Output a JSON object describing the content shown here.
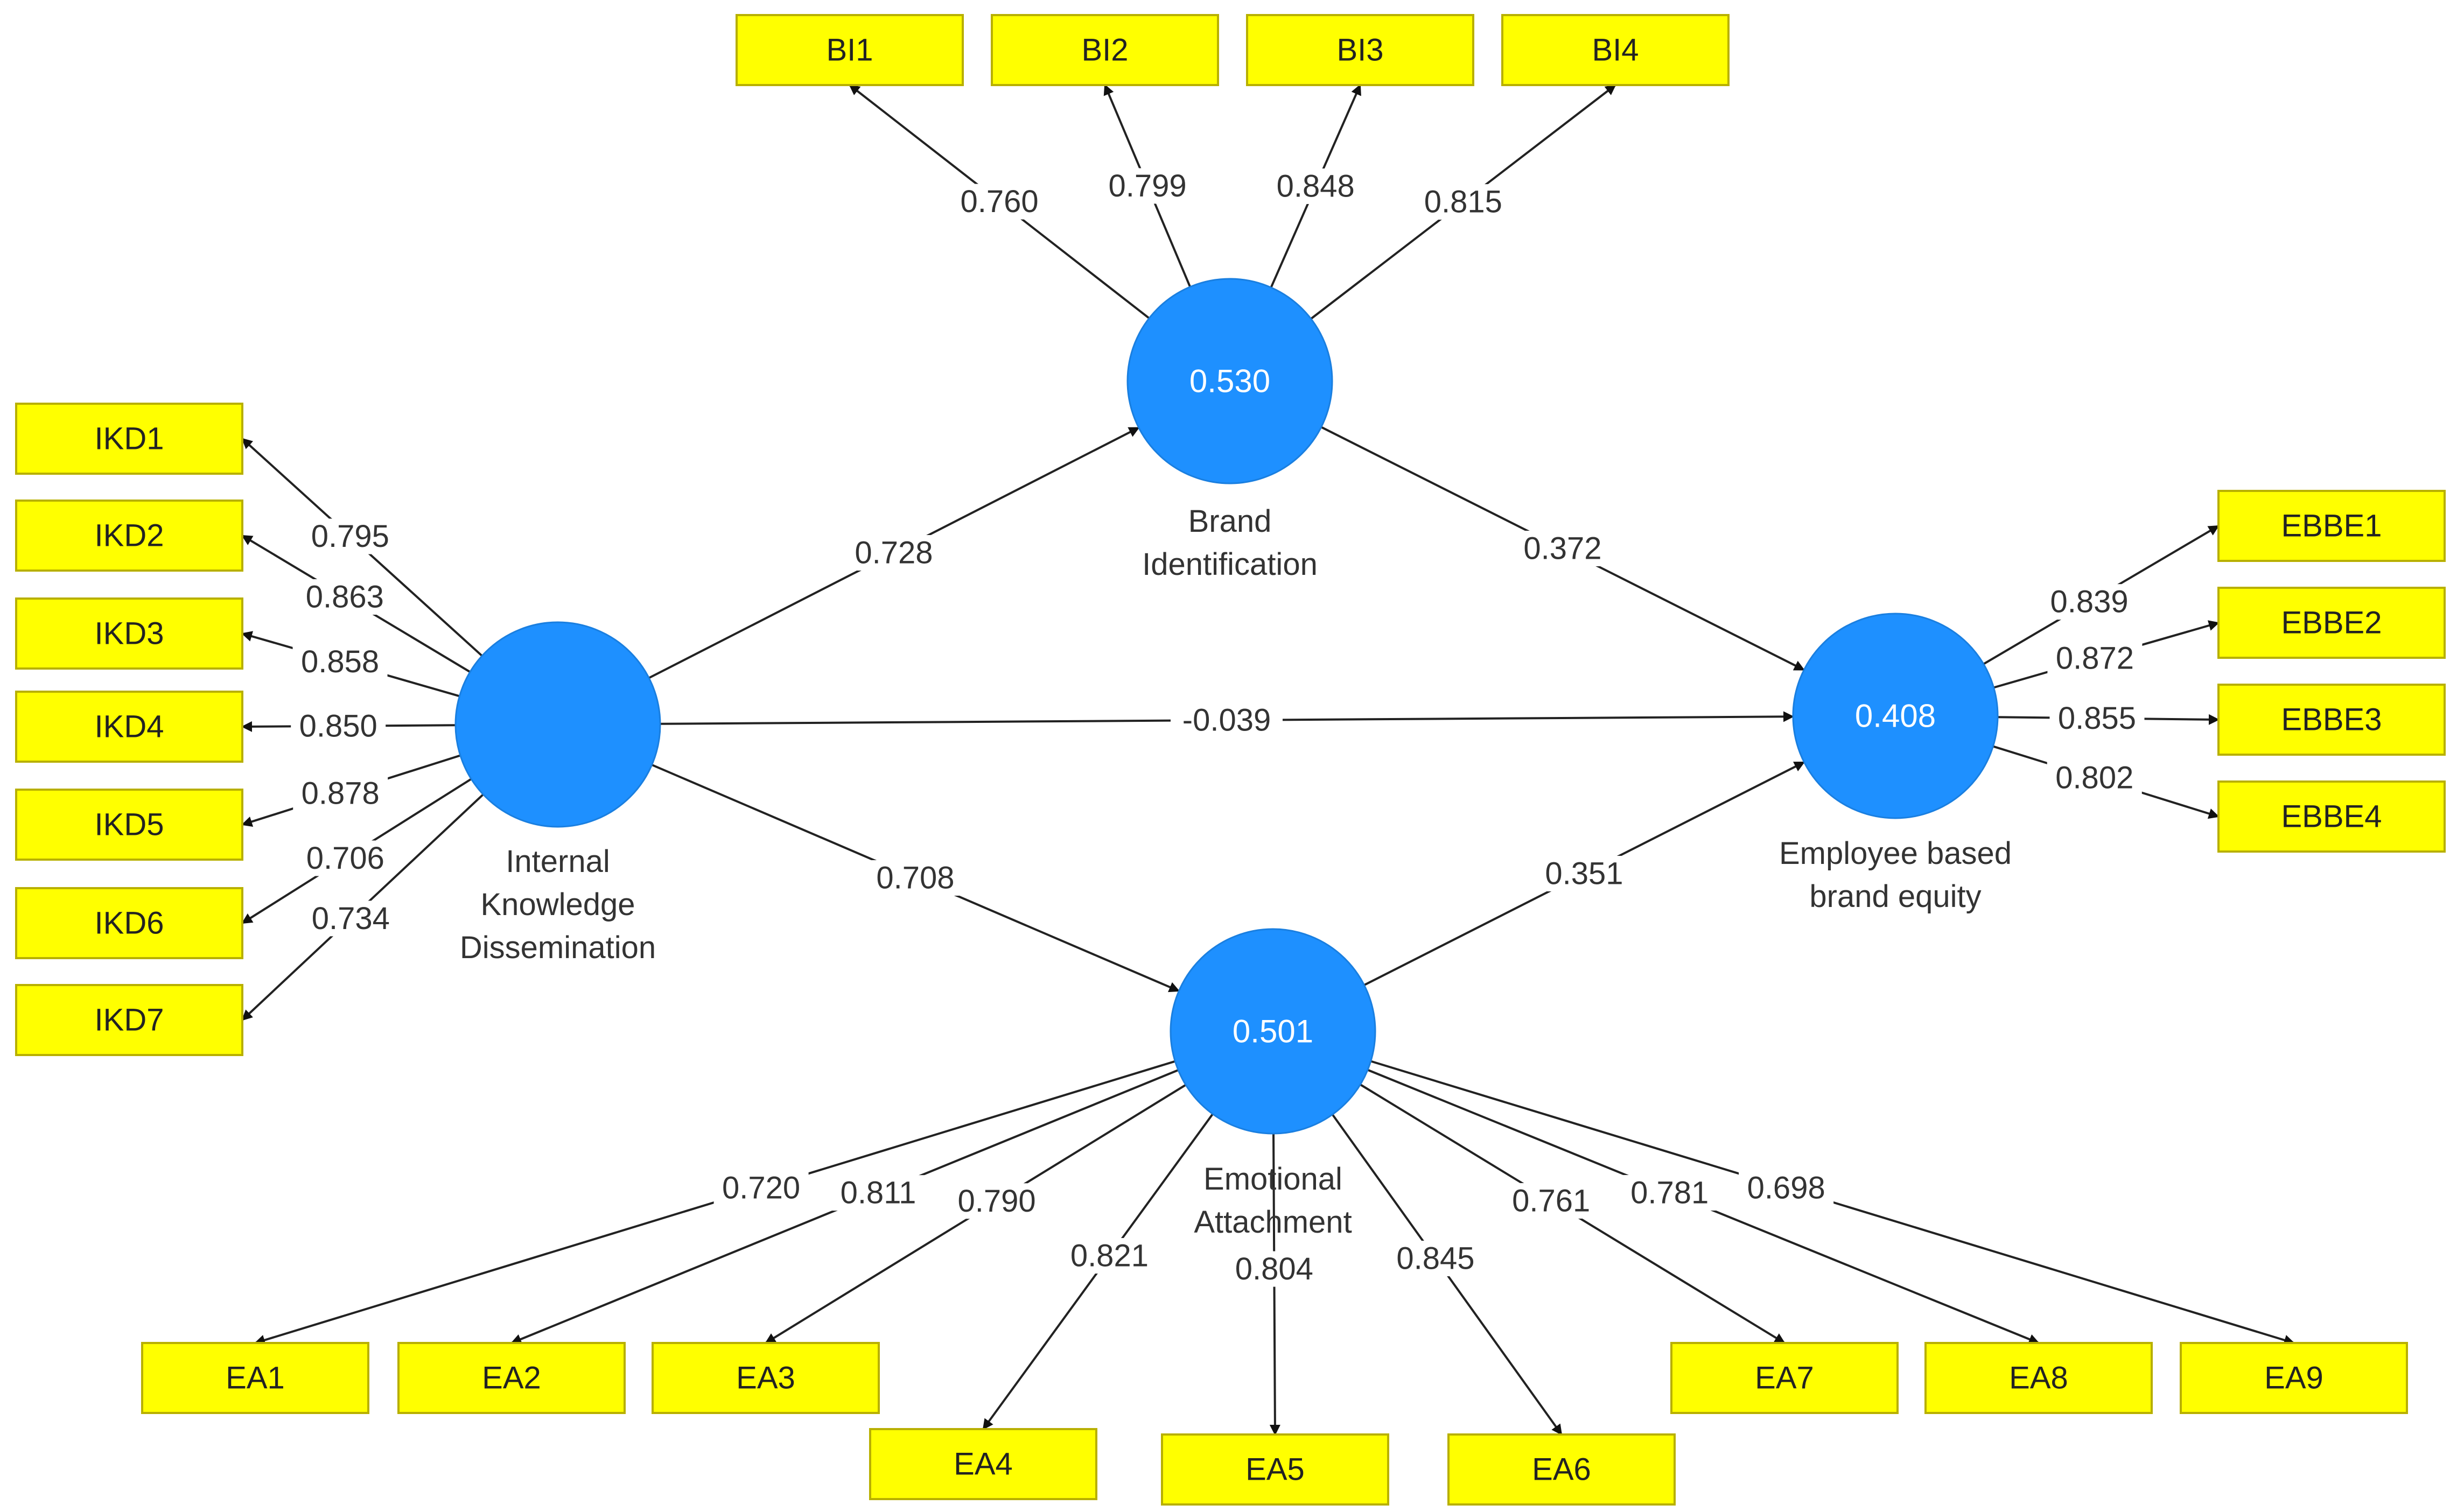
{
  "constructs": {
    "ikd": {
      "name_lines": [
        "Internal",
        "Knowledge",
        "Dissemination"
      ],
      "r2": ""
    },
    "bi": {
      "name_lines": [
        "Brand",
        "Identification"
      ],
      "r2": "0.530"
    },
    "ebbe": {
      "name_lines": [
        "Employee based",
        "brand equity"
      ],
      "r2": "0.408"
    },
    "ea": {
      "name_lines": [
        "Emotional",
        "Attachment"
      ],
      "r2": "0.501"
    }
  },
  "indicators": {
    "ikd": [
      {
        "label": "IKD1",
        "loading": "0.795"
      },
      {
        "label": "IKD2",
        "loading": "0.863"
      },
      {
        "label": "IKD3",
        "loading": "0.858"
      },
      {
        "label": "IKD4",
        "loading": "0.850"
      },
      {
        "label": "IKD5",
        "loading": "0.878"
      },
      {
        "label": "IKD6",
        "loading": "0.706"
      },
      {
        "label": "IKD7",
        "loading": "0.734"
      }
    ],
    "bi": [
      {
        "label": "BI1",
        "loading": "0.760"
      },
      {
        "label": "BI2",
        "loading": "0.799"
      },
      {
        "label": "BI3",
        "loading": "0.848"
      },
      {
        "label": "BI4",
        "loading": "0.815"
      }
    ],
    "ebbe": [
      {
        "label": "EBBE1",
        "loading": "0.839"
      },
      {
        "label": "EBBE2",
        "loading": "0.872"
      },
      {
        "label": "EBBE3",
        "loading": "0.855"
      },
      {
        "label": "EBBE4",
        "loading": "0.802"
      }
    ],
    "ea": [
      {
        "label": "EA1",
        "loading": "0.720"
      },
      {
        "label": "EA2",
        "loading": "0.811"
      },
      {
        "label": "EA3",
        "loading": "0.790"
      },
      {
        "label": "EA4",
        "loading": "0.821"
      },
      {
        "label": "EA5",
        "loading": "0.804"
      },
      {
        "label": "EA6",
        "loading": "0.845"
      },
      {
        "label": "EA7",
        "loading": "0.761"
      },
      {
        "label": "EA8",
        "loading": "0.781"
      },
      {
        "label": "EA9",
        "loading": "0.698"
      }
    ]
  },
  "paths": [
    {
      "from": "ikd",
      "to": "bi",
      "coef": "0.728"
    },
    {
      "from": "bi",
      "to": "ebbe",
      "coef": "0.372"
    },
    {
      "from": "ikd",
      "to": "ebbe",
      "coef": "-0.039"
    },
    {
      "from": "ikd",
      "to": "ea",
      "coef": "0.708"
    },
    {
      "from": "ea",
      "to": "ebbe",
      "coef": "0.351"
    }
  ],
  "colors": {
    "construct": "#1e90ff",
    "indicator": "#ffff00",
    "arrow": "#222222"
  }
}
